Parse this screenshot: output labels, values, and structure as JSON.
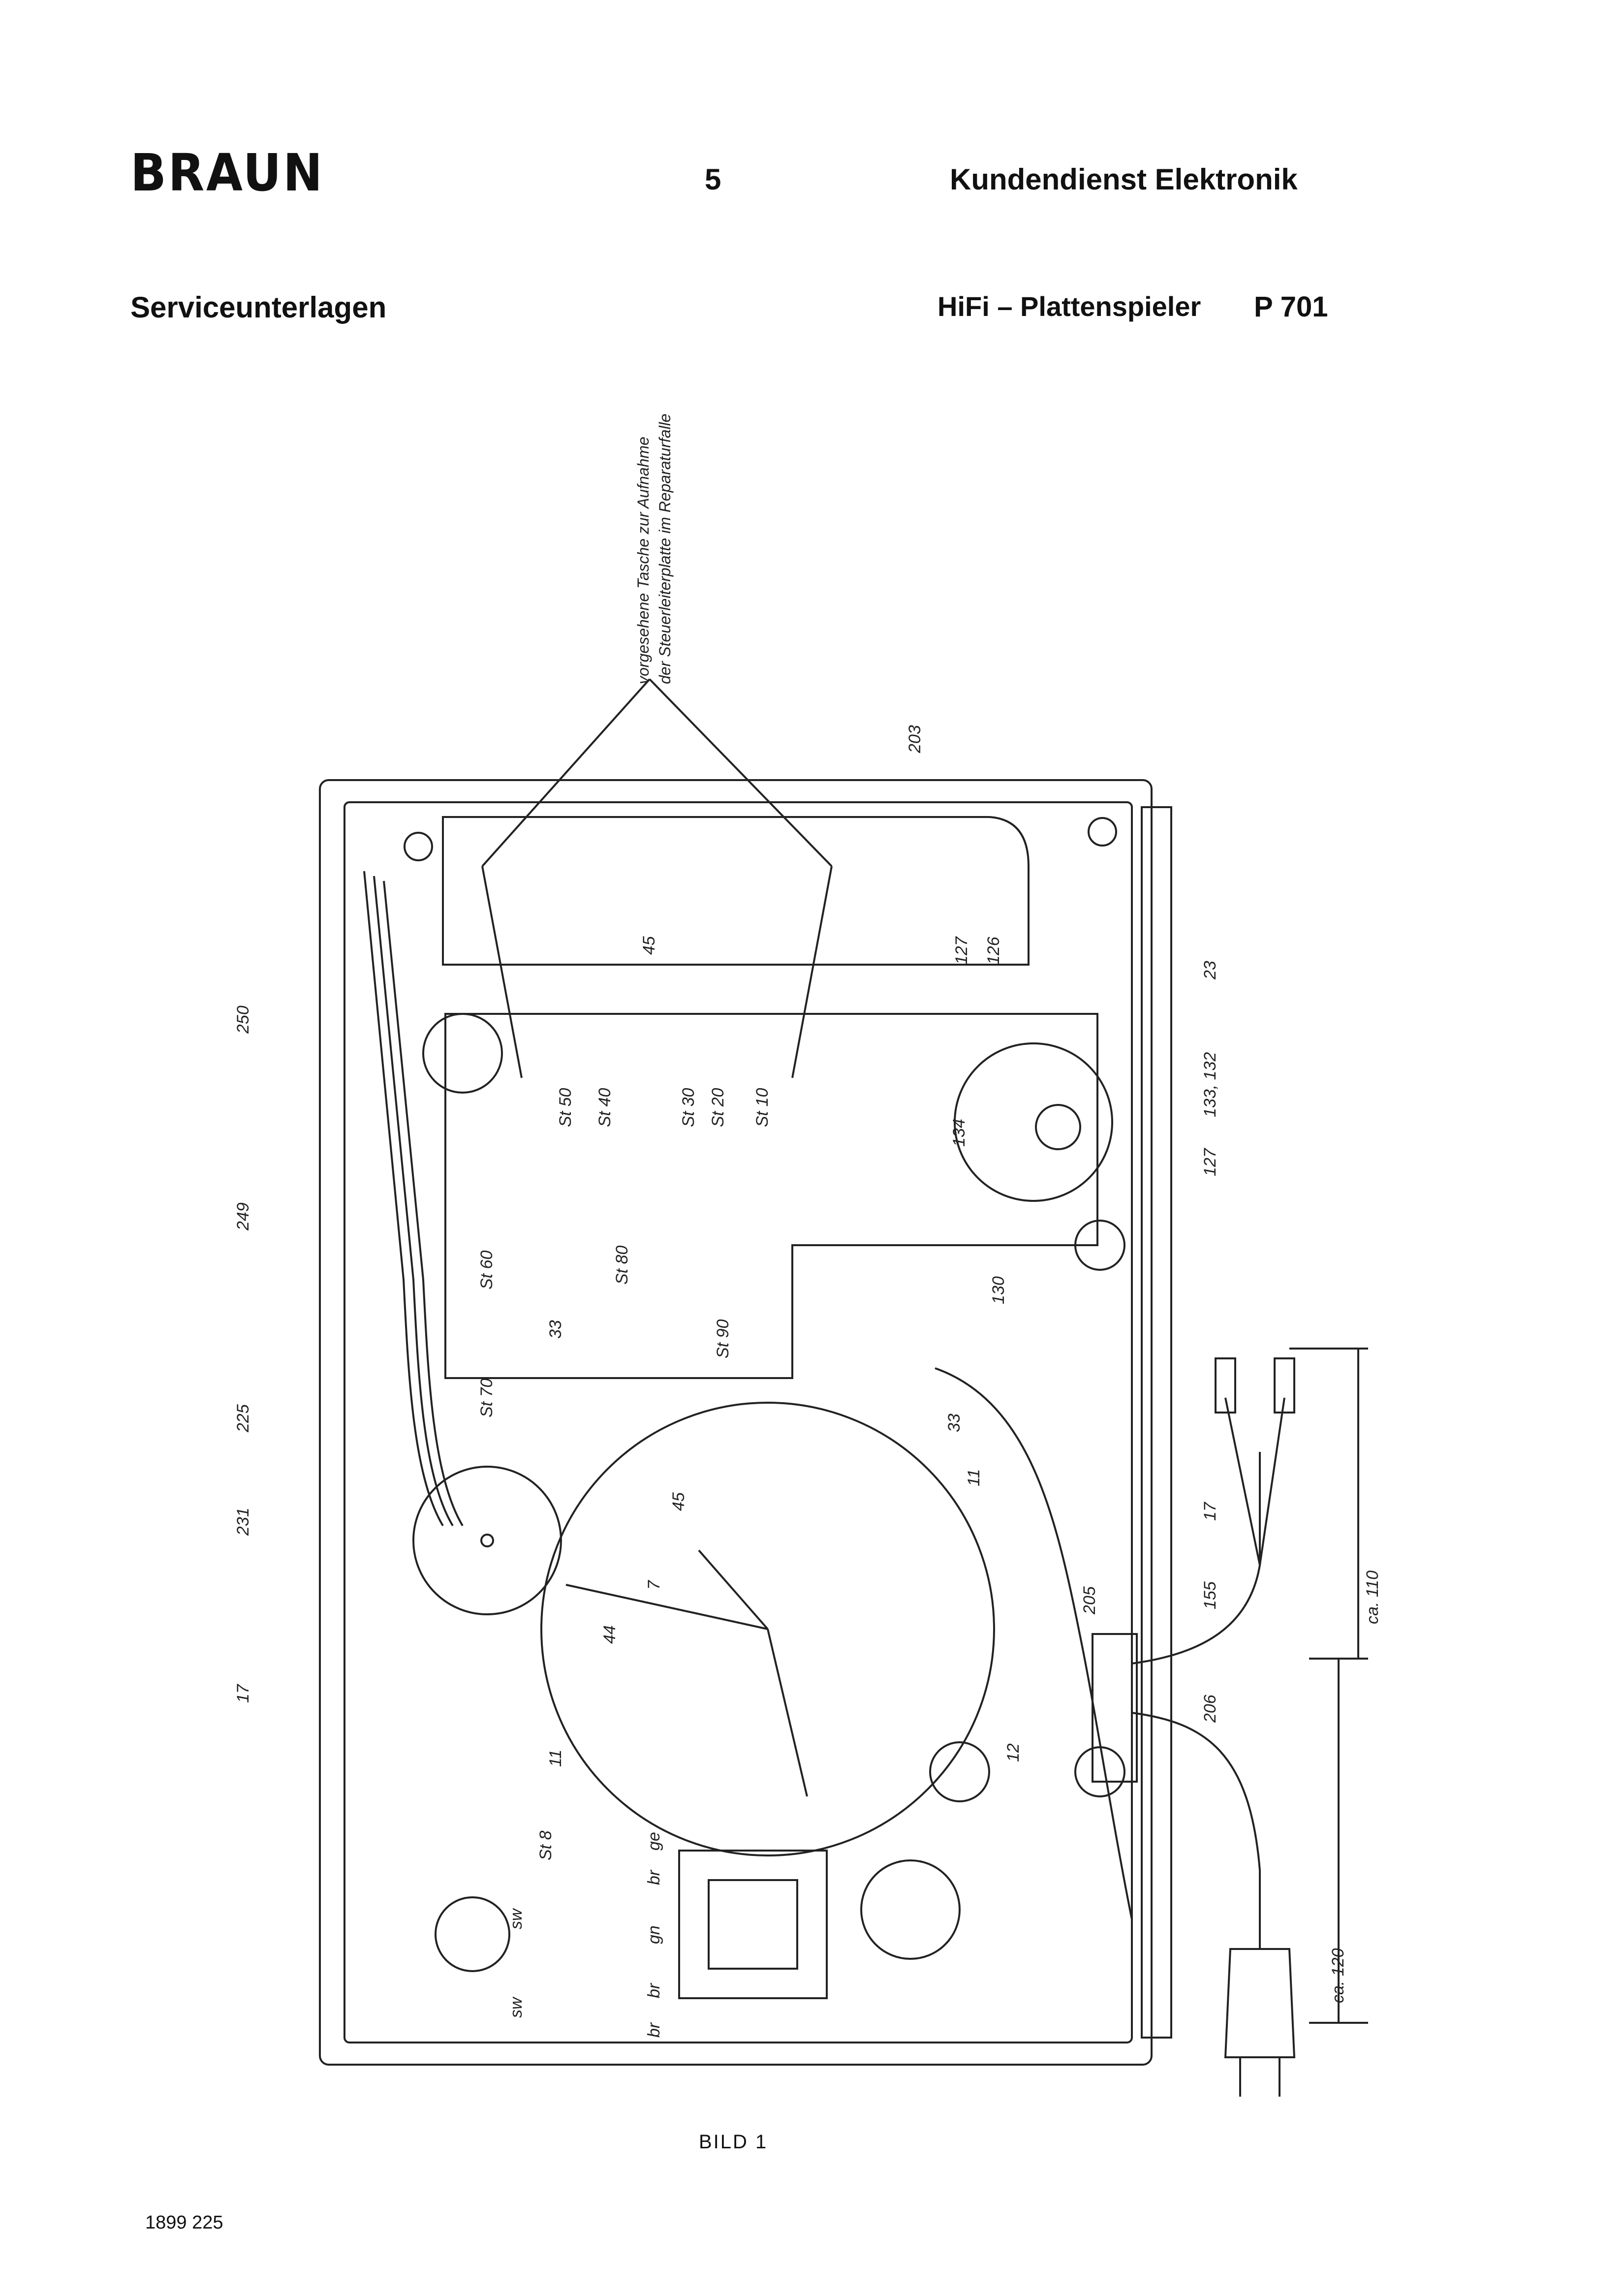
{
  "header": {
    "brand_logo": "BRAUN",
    "page_number": "5",
    "department": "Kundendienst Elektronik",
    "section": "Serviceunterlagen",
    "product": "HiFi – Plattenspieler",
    "model": "P 701"
  },
  "diagram": {
    "note_line1": "vorgesehene Tasche zur Aufnahme",
    "note_line2": "der Steuerleiterplatte im Reparaturfalle",
    "connectors": [
      "St 50",
      "St 40",
      "St 30",
      "St 20",
      "St 10",
      "St 60",
      "St 80",
      "St 70",
      "St 90",
      "St 8"
    ],
    "part_labels": [
      "203",
      "45",
      "127",
      "126",
      "23",
      "133, 132",
      "134",
      "127",
      "250",
      "249",
      "225",
      "231",
      "130",
      "33",
      "33",
      "45",
      "11",
      "17",
      "44",
      "7",
      "205",
      "155",
      "206",
      "12",
      "17",
      "11",
      "ca. 110",
      "ca. 120"
    ],
    "wire_codes": [
      "ge",
      "br",
      "gn",
      "br",
      "br",
      "sw",
      "sw"
    ]
  },
  "footer": {
    "caption": "BILD 1",
    "doc_number": "1899 225"
  }
}
